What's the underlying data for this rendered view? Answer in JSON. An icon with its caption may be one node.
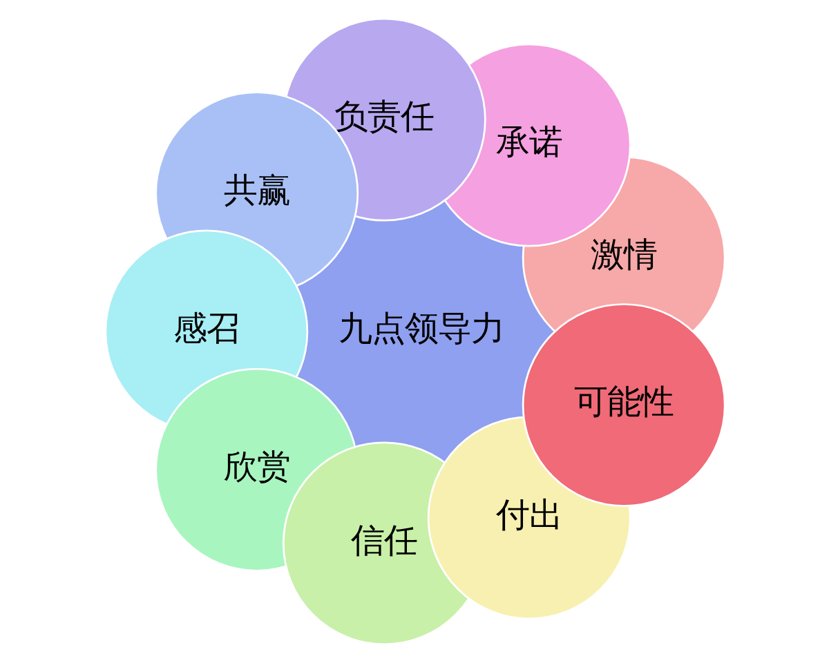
{
  "diagram": {
    "nodes": [
      {
        "text": [
          "九点领导力"
        ]
      },
      {
        "text": [
          "激情"
        ]
      },
      {
        "text": [
          "承诺"
        ]
      },
      {
        "text": [
          "负责任"
        ]
      },
      {
        "text": [
          "共赢"
        ]
      },
      {
        "text": [
          "感召"
        ]
      },
      {
        "text": [
          "欣赏"
        ]
      },
      {
        "text": [
          "信任"
        ]
      },
      {
        "text": [
          "付出"
        ]
      },
      {
        "text": [
          "可能性"
        ]
      }
    ],
    "edges": []
  }
}
